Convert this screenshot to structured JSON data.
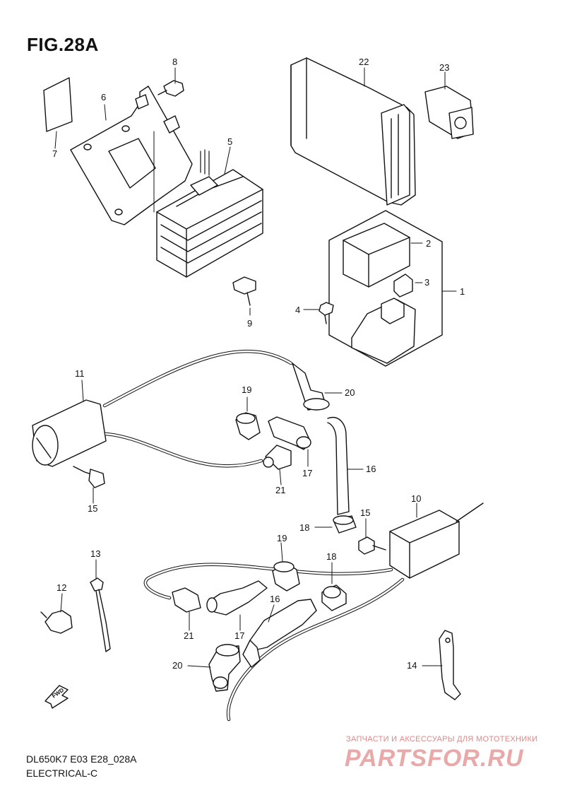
{
  "title": "FIG.28A",
  "footer": {
    "model_code": "DL650K7 E03 E28_028A",
    "section": "ELECTRICAL-C"
  },
  "watermark": {
    "tagline": "ЗАПЧАСТИ И АКСЕССУАРЫ ДЛЯ МОТОТЕХНИКИ",
    "brand": "PARTSFOR.RU"
  },
  "fwd_marker": "FWD",
  "callouts": {
    "c1": "1",
    "c2": "2",
    "c3": "3",
    "c4": "4",
    "c5": "5",
    "c6": "6",
    "c7": "7",
    "c8": "8",
    "c9": "9",
    "c10": "10",
    "c11": "11",
    "c12": "12",
    "c13": "13",
    "c14": "14",
    "c15a": "15",
    "c15b": "15",
    "c16a": "16",
    "c16b": "16",
    "c17a": "17",
    "c17b": "17",
    "c18a": "18",
    "c18b": "18",
    "c19a": "19",
    "c19b": "19",
    "c20a": "20",
    "c20b": "20",
    "c21a": "21",
    "c21b": "21",
    "c22": "22",
    "c23": "23"
  }
}
